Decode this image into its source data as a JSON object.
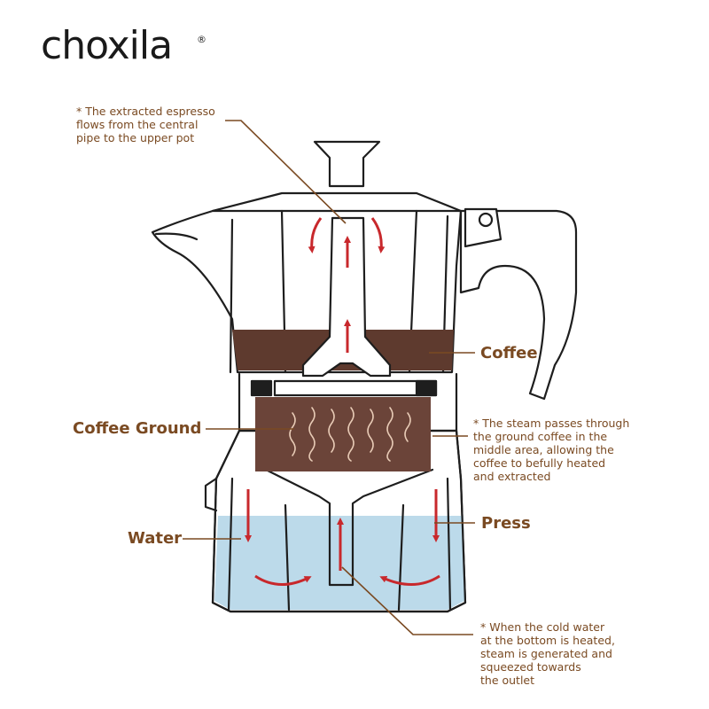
{
  "brand": {
    "name": "choxila",
    "registered": "®"
  },
  "labels": {
    "coffee": "Coffee",
    "coffee_ground": "Coffee Ground",
    "water": "Water",
    "press": "Press"
  },
  "notes": {
    "top": "* The extracted espresso\nflows from the central\npipe to the upper pot",
    "steam": "* The steam passes through\nthe ground coffee in the\nmiddle area, allowing the\ncoffee to befully heated\nand extracted",
    "bottom": "* When the cold water\nat the bottom is heated,\nsteam is generated and\nsqueezed towards\nthe outlet"
  },
  "colors": {
    "outline": "#1e1e1e",
    "coffee": "#5e3a2e",
    "coffee_ground": "#6b4439",
    "water": "#bcdaea",
    "arrow": "#c8282c",
    "leader": "#7a4a22",
    "label": "#7a4a22"
  }
}
